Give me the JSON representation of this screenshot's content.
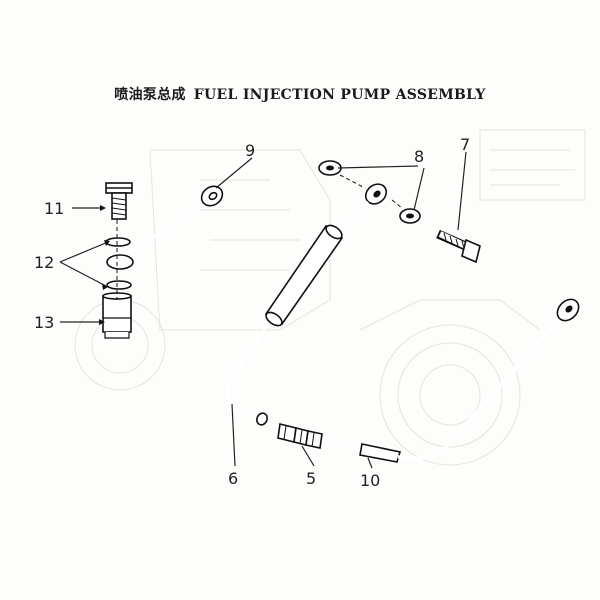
{
  "title": {
    "chinese": "喷油泵总成",
    "english": "FUEL INJECTION PUMP ASSEMBLY"
  },
  "callouts": {
    "c5": "5",
    "c6": "6",
    "c7": "7",
    "c8": "8",
    "c9": "9",
    "c10": "10",
    "c11": "11",
    "c12": "12",
    "c13": "13"
  },
  "colors": {
    "ink": "#111111",
    "paper": "#fdfdfb",
    "ghost": "#e3e3df"
  }
}
